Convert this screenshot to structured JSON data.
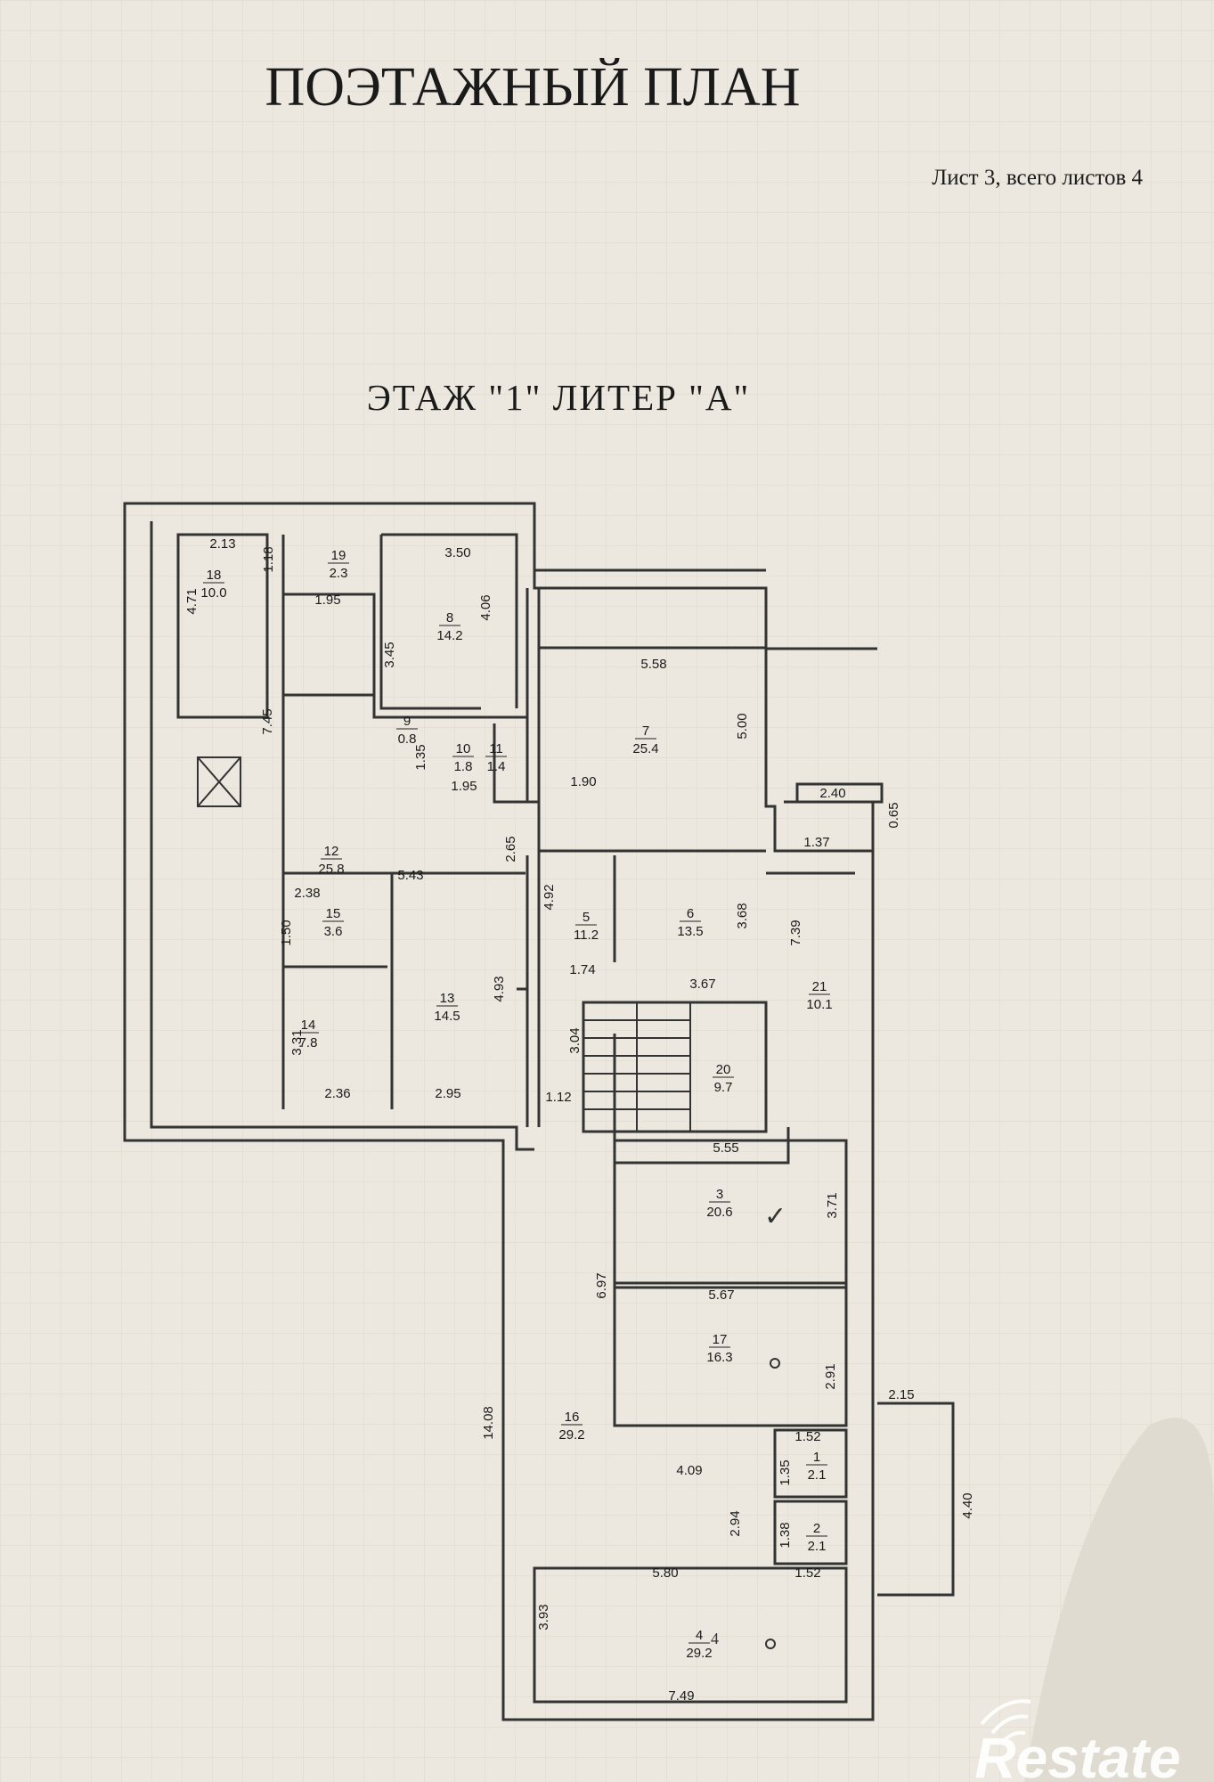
{
  "header": {
    "title": "ПОЭТАЖНЫЙ ПЛАН",
    "sheet_info": "Лист 3, всего листов 4",
    "floor_title": "ЭТАЖ \"1\" ЛИТЕР \"А\""
  },
  "rooms": [
    {
      "num": "18",
      "area": "10.0"
    },
    {
      "num": "19",
      "area": "2.3"
    },
    {
      "num": "8",
      "area": "14.2"
    },
    {
      "num": "7",
      "area": "25.4"
    },
    {
      "num": "9",
      "area": "0.8"
    },
    {
      "num": "10",
      "area": "1.8"
    },
    {
      "num": "11",
      "area": "1.4"
    },
    {
      "num": "12",
      "area": "25.8"
    },
    {
      "num": "5",
      "area": "11.2"
    },
    {
      "num": "6",
      "area": "13.5"
    },
    {
      "num": "15",
      "area": "3.6"
    },
    {
      "num": "14",
      "area": "7.8"
    },
    {
      "num": "13",
      "area": "14.5"
    },
    {
      "num": "20",
      "area": "9.7"
    },
    {
      "num": "21",
      "area": "10.1"
    },
    {
      "num": "3",
      "area": "20.6"
    },
    {
      "num": "17",
      "area": "16.3"
    },
    {
      "num": "16",
      "area": "29.2"
    },
    {
      "num": "1",
      "area": "2.1"
    },
    {
      "num": "2",
      "area": "2.1"
    },
    {
      "num": "4",
      "area": "29.2"
    }
  ],
  "dimensions": [
    "2.13",
    "1.18",
    "3.50",
    "4.71",
    "1.95",
    "4.06",
    "3.45",
    "5.58",
    "7.45",
    "5.00",
    "1.35",
    "1.95",
    "1.90",
    "2.40",
    "0.65",
    "1.37",
    "2.65",
    "4.92",
    "5.43",
    "3.68",
    "7.39",
    "2.38",
    "1.50",
    "1.74",
    "3.67",
    "4.93",
    "3.31",
    "3.04",
    "2.36",
    "2.95",
    "1.12",
    "5.55",
    "3.71",
    "6.97",
    "5.67",
    "2.91",
    "14.08",
    "2.15",
    "4.09",
    "1.52",
    "1.35",
    "2.94",
    "1.38",
    "4.40",
    "5.80",
    "1.52",
    "3.93",
    "7.49"
  ],
  "annotations": {
    "checkmark": "✓",
    "handwritten_4": "4"
  },
  "watermark": {
    "text": "Restate"
  }
}
